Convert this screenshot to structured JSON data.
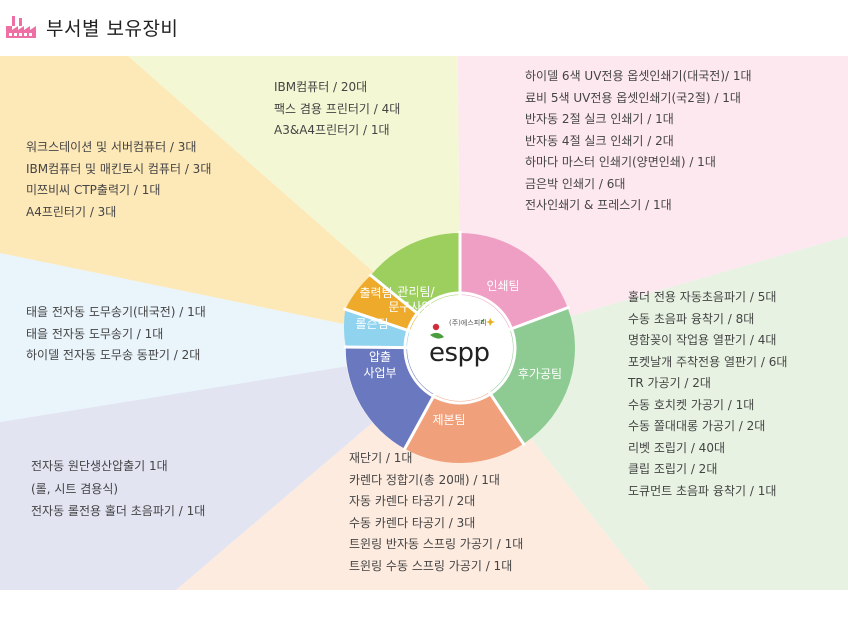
{
  "title": "부서별 보유장비",
  "center": {
    "logo_small": "(주)에스피피",
    "logo_brand": "espp"
  },
  "colors": {
    "admin": "#9ccf5e",
    "print": "#ef9ec4",
    "post": "#8ecb93",
    "binding": "#f0a17c",
    "press": "#6a78bf",
    "roll": "#8fd3ef",
    "output": "#eeaa2a",
    "title_icon": "#ee6fa3"
  },
  "departments": {
    "admin": {
      "label_line1": "관리팀/",
      "label_line2": "문구사업부",
      "items": [
        "IBM컴퓨터 / 20대",
        "팩스 겸용 프린터기 / 4대",
        "A3&A4프린터기 / 1대"
      ]
    },
    "print": {
      "label": "인쇄팀",
      "items": [
        "하이델 6색 UV전용 옵셋인쇄기(대국전)/ 1대",
        "료비 5색 UV전용 옵셋인쇄기(국2절) / 1대",
        "반자동 2절 실크 인쇄기 / 1대",
        "반자동 4절 실크 인쇄기 / 2대",
        "하마다 마스터 인쇄기(양면인쇄) / 1대",
        "금은박 인쇄기 / 6대",
        "전사인쇄기 & 프레스기 / 1대"
      ]
    },
    "post": {
      "label": "후가공팀",
      "items": [
        "홀더 전용 자동초음파기 / 5대",
        "수동 초음파 융착기 / 8대",
        "명함꽂이 작업용 열판기 / 4대",
        "포켓날개 주착전용 열판기 / 6대",
        "TR 가공기 / 2대",
        "수동 호치켓 가공기 / 1대",
        "수동 쫄대대롱 가공기 / 2대",
        "리벳 조립기 / 40대",
        "클립 조립기 / 2대",
        "도큐먼트 초음파 융착기 / 1대"
      ]
    },
    "binding": {
      "label": "제본팀",
      "items": [
        "재단기 / 1대",
        "카렌다 정합기(총 20매) / 1대",
        "자동 카렌다 타공기 / 2대",
        "수동 카렌다 타공기 / 3대",
        "트윈링 반자동 스프링 가공기 / 1대",
        "트윈링 수동 스프링 가공기 / 1대"
      ]
    },
    "press": {
      "label_line1": "압출",
      "label_line2": "사업부",
      "items": [
        "전자동 원단생산압출기 1대",
        "(롤, 시트 겸용식)",
        "전자동 롤전용 홀더 초음파기 / 1대"
      ]
    },
    "roll": {
      "label": "롤슨팀",
      "items": [
        "태을 전자동 도무송기(대국전) / 1대",
        "태을 전자동 도무송기 / 1대",
        "하이델 전자동 도무송 동판기 / 2대"
      ]
    },
    "output": {
      "label": "출력팀",
      "items": [
        "워크스테이션 및 서버컴퓨터 / 3대",
        "IBM컴퓨터 및 매킨토시 컴퓨터 / 3대",
        "미쯔비씨 CTP출력기 / 1대",
        "A4프린터기 / 3대"
      ]
    }
  }
}
